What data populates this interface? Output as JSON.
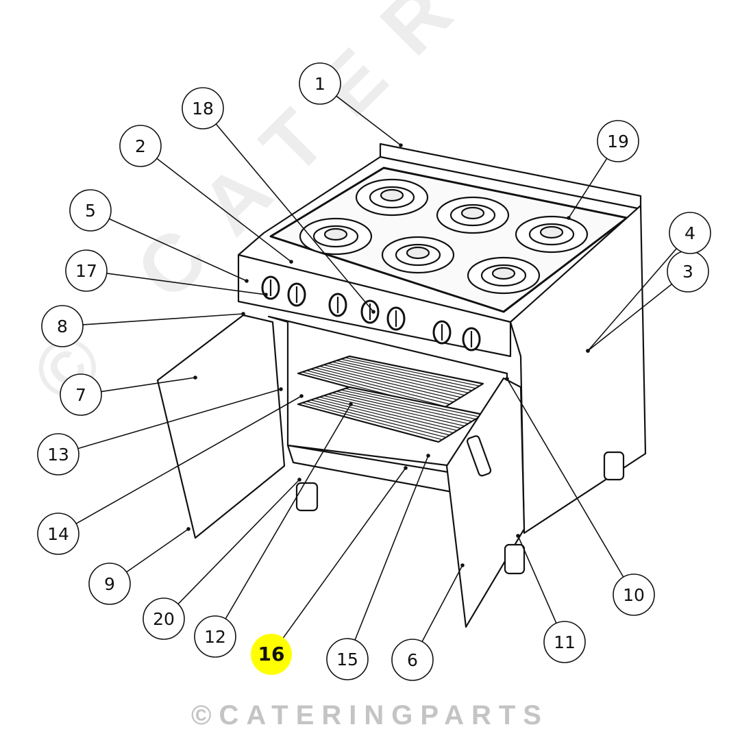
{
  "diagram": {
    "watermark": "© CATERINGPARTS",
    "footer_text": "©CATERINGPARTS",
    "highlight_color": "#ffff00",
    "highlighted_callout": "16",
    "callouts": [
      "1",
      "2",
      "3",
      "4",
      "5",
      "6",
      "7",
      "8",
      "9",
      "10",
      "11",
      "12",
      "13",
      "14",
      "15",
      "16",
      "17",
      "18",
      "19",
      "20"
    ]
  }
}
